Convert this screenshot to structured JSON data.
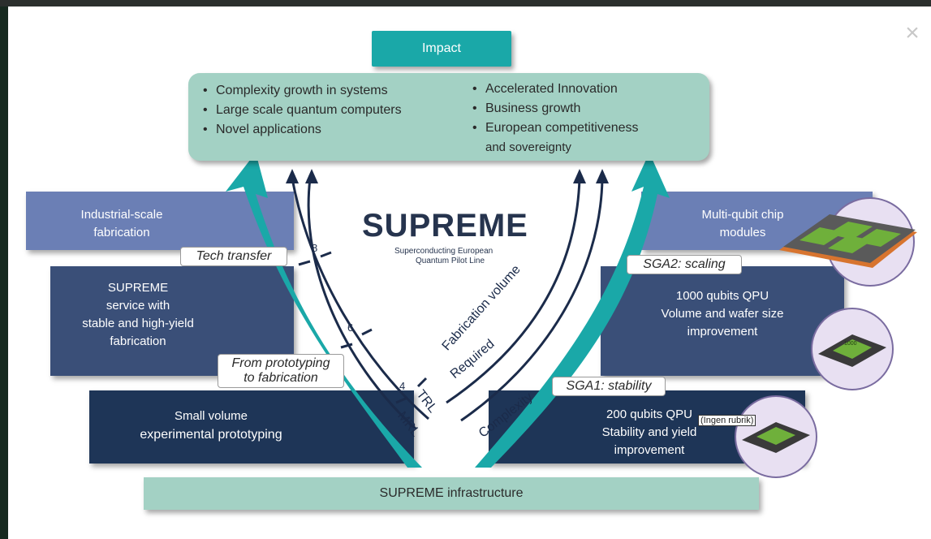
{
  "viewer": {
    "close_icon": "close-icon"
  },
  "impact": {
    "title": "Impact",
    "left_bullets": [
      "Complexity growth in systems",
      "Large scale quantum computers",
      "Novel applications"
    ],
    "right_bullets": [
      "Accelerated Innovation",
      "Business growth",
      "European competitiveness"
    ],
    "right_bullet_cont": "and sovereignty"
  },
  "logo": {
    "name": "SUPREME",
    "tagline_1": "Superconducting European",
    "tagline_2": "Quantum Pilot Line"
  },
  "left_stack": {
    "industrial_1": "Industrial-scale",
    "industrial_2": "fabrication",
    "service_1": "SUPREME",
    "service_2": "service with",
    "service_3": "stable and high-yield",
    "service_4": "fabrication",
    "small_1": "Small volume",
    "small_2": "experimental prototyping"
  },
  "right_stack": {
    "multi_1": "Multi-qubit chip",
    "multi_2": "modules",
    "qpu1000_1": "1000 qubits QPU",
    "qpu1000_2": "Volume and wafer size",
    "qpu1000_3": "improvement",
    "qpu200_1": "200 qubits QPU",
    "qpu200_2": "Stability and yield",
    "qpu200_3": "improvement"
  },
  "labels": {
    "tech_transfer": "Tech transfer",
    "proto_1": "From prototyping",
    "proto_2": "to fabrication",
    "sga2": "SGA2: scaling",
    "sga1": "SGA1: stability"
  },
  "arrows": {
    "trl": "TRL",
    "mrl": "MRL",
    "tick_4": "4",
    "tick_6": "6",
    "tick_8": "8",
    "required": "Required",
    "fab_volume": "Fabrication volume",
    "complexity": "Complexity"
  },
  "chip_label": "1000",
  "tooltip": "(Ingen rubrik)",
  "infrastructure": "SUPREME infrastructure",
  "colors": {
    "teal": "#1aa8a8",
    "mint": "#a3d1c4",
    "navy_dark": "#1e3557",
    "navy_mid": "#3a4f78",
    "slate": "#6b7fb5",
    "arrow_dark": "#1b2b4a"
  }
}
